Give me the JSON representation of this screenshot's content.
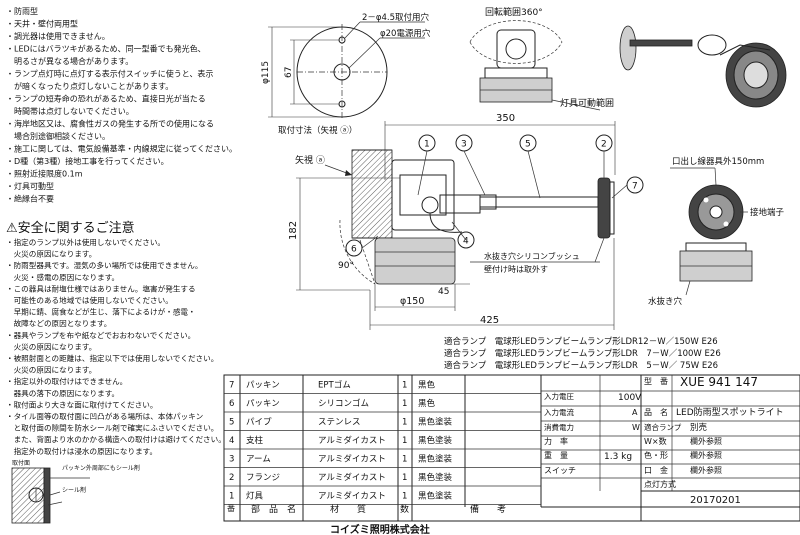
{
  "notes": [
    "・防雨型",
    "・天井・壁付両用型",
    "・調光器は使用できません。",
    "・LEDにはバラツキがあるため、同一型番でも発光色、",
    "　明るさが異なる場合があります。",
    "・ランプ点灯時に点灯する表示付スイッチに使うと、表示",
    "　が暗くなったり点灯しないことがあります。",
    "・ランプの短寿命の恐れがあるため、直接日光が当たる",
    "　時間帯は点灯しないでください。",
    "・海岸地区又は、腐食性ガスの発生する所での使用になる",
    "　場合別途御相談ください。",
    "・施工に関しては、電気設備基準・内線規定に従ってください。",
    "・D種（第3種）接地工事を行ってください。",
    "・照射近接限度0.1m",
    "・灯具可動型",
    "・絶縁台不要"
  ],
  "safety": {
    "title": "⚠安全に関するご注意",
    "lines": [
      "・指定のランプ以外は使用しないでください。",
      "　火災の原因になります。",
      "・防雨型器具です。湿気の多い場所では使用できません。",
      "　火災・感電の原因になります。",
      "・この器具は耐塩仕様ではありません。塩害が発生する",
      "　可能性のある地域では使用しないでください。",
      "　早期に錆、腐食などが生じ、落下によるけが・感電・",
      "　故障などの原因となります。",
      "・器具やランプを布や紙などでおおわないでください。",
      "　火災の原因になります。",
      "・被照射面との距離は、指定以下では使用しないでください。",
      "　火災の原因になります。",
      "・指定以外の取付けはできません。",
      "　器具の落下の原因になります。",
      "・取付面より大きな面に取付けてください。",
      "・タイル面等の取付面に凹凸がある場所は、本体パッキン",
      "　と取付面の隙間を防水シール剤で確実にふさいでください。",
      "　また、背面より水のかかる構造への取付けは避けてください。",
      "　指定外の取付けは浸水の原因になります。"
    ]
  },
  "seal_detail": {
    "wall_label": "取付面",
    "packing_label": "パッキン外周部にもシール剤",
    "seal_label": "シール剤"
  },
  "drawing": {
    "rotation_label": "回転範囲360°",
    "holes_label": "2－φ4.5取付用穴",
    "cable_hole_label": "φ20電源用穴",
    "dia115": "φ115",
    "dim67": "67",
    "mount_label": "取付寸法（矢視 ⓐ）",
    "movable_label": "灯具可動範囲",
    "dim350": "350",
    "dim182": "182",
    "dim425": "425",
    "dim150": "φ150",
    "dim45": "45",
    "angle90": "90°",
    "arrow_view": "矢視 ⓐ",
    "bushing_label": "水抜き穴シリコンブッシュ",
    "bushing_label2": "壁付け時は取外す",
    "lead_label": "口出し線器具外150mm",
    "ground_label": "接地端子",
    "drain_label": "水抜き穴",
    "balloons": [
      "1",
      "3",
      "5",
      "2",
      "7",
      "4",
      "6"
    ]
  },
  "lamps": [
    "適合ランプ　電球形LEDランプビームランプ形LDR12－W／150W E26",
    "適合ランプ　電球形LEDランプビームランプ形LDR　7－W／100W E26",
    "適合ランプ　電球形LEDランプビームランプ形LDR　5－W／ 75W E26"
  ],
  "parts": {
    "rows": [
      {
        "no": "7",
        "name": "パッキン",
        "material": "EPTゴム",
        "qty": "1",
        "finish": "黒色",
        "remarks": ""
      },
      {
        "no": "6",
        "name": "パッキン",
        "material": "シリコンゴム",
        "qty": "1",
        "finish": "黒色",
        "remarks": ""
      },
      {
        "no": "5",
        "name": "パイプ",
        "material": "ステンレス",
        "qty": "1",
        "finish": "黒色塗装",
        "remarks": ""
      },
      {
        "no": "4",
        "name": "支柱",
        "material": "アルミダイカスト",
        "qty": "1",
        "finish": "黒色塗装",
        "remarks": ""
      },
      {
        "no": "3",
        "name": "アーム",
        "material": "アルミダイカスト",
        "qty": "1",
        "finish": "黒色塗装",
        "remarks": ""
      },
      {
        "no": "2",
        "name": "フランジ",
        "material": "アルミダイカスト",
        "qty": "1",
        "finish": "黒色塗装",
        "remarks": ""
      },
      {
        "no": "1",
        "name": "灯具",
        "material": "アルミダイカスト",
        "qty": "1",
        "finish": "黒色塗装",
        "remarks": ""
      }
    ],
    "headers": {
      "no": "番",
      "name": "部　品　名",
      "material": "材　　質",
      "qty": "数",
      "remarks": "備　　考"
    }
  },
  "spec": {
    "model_label": "型　番",
    "model": "XUE 941 147",
    "voltage_label": "入力電圧",
    "voltage": "100V",
    "product_label": "品　名",
    "product": "LED防雨型スポットライト",
    "current_label": "入力電流",
    "current_unit": "A",
    "lamp_label": "適合ランプ",
    "lamp": "別売",
    "power_label": "消費電力",
    "power_unit": "W",
    "color_label": "色・形",
    "color": "欄外参照",
    "factor_label": "力　率",
    "wattage_label": "W×数",
    "wattage": "欄外参照",
    "weight_label": "重　量",
    "weight": "1.3 kg",
    "lamp_color_label": "色・形",
    "lamp_color": "欄外参照",
    "switch_label": "スイッチ",
    "base_label": "口　金",
    "base": "欄外参照",
    "lamp_date_label": "点灯方式",
    "date": "20170201"
  },
  "company": "コイズミ照明株式会社"
}
